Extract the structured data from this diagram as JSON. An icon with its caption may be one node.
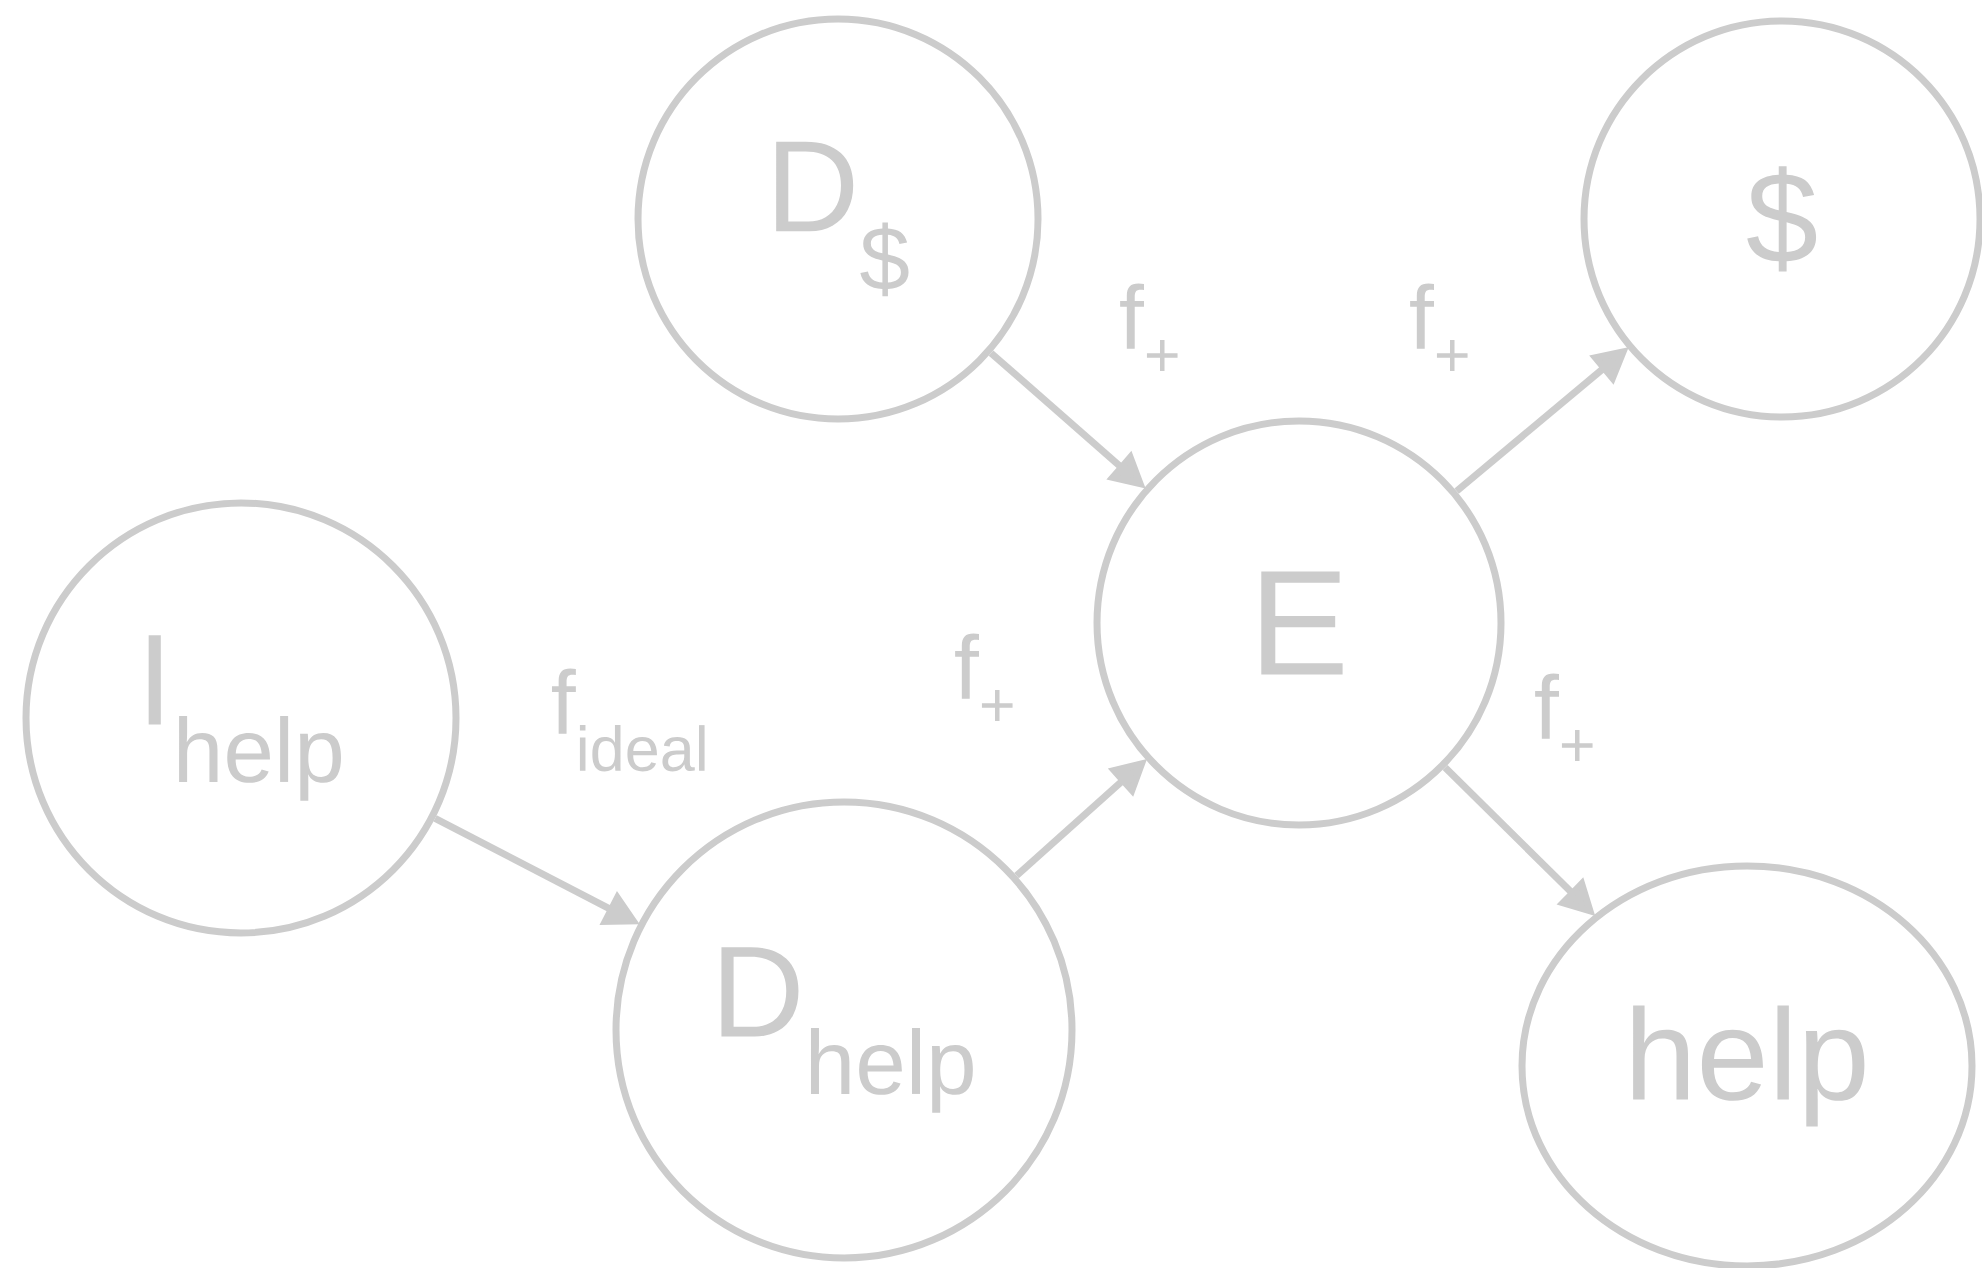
{
  "diagram": {
    "nodes": [
      {
        "text": [
          "D$_{$}$"
        ]
      },
      {
        "text": [
          "$"
        ]
      },
      {
        "text": [
          "I$_{help}$"
        ]
      },
      {
        "text": [
          "E"
        ]
      },
      {
        "text": [
          "D$_{help}$"
        ]
      },
      {
        "text": [
          "help"
        ]
      }
    ],
    "edges": [
      {
        "from": 0,
        "to": 3,
        "arrow": "to",
        "label": "f$_{+}$"
      },
      {
        "from": 3,
        "to": 1,
        "arrow": "to",
        "label": "f$_{+}$"
      },
      {
        "from": 2,
        "to": 4,
        "arrow": "to",
        "label": "f$_{ideal}$"
      },
      {
        "from": 4,
        "to": 3,
        "arrow": "to",
        "label": "f$_{+}$"
      },
      {
        "from": 3,
        "to": 5,
        "arrow": "to",
        "label": "f$_{+}$"
      }
    ]
  }
}
